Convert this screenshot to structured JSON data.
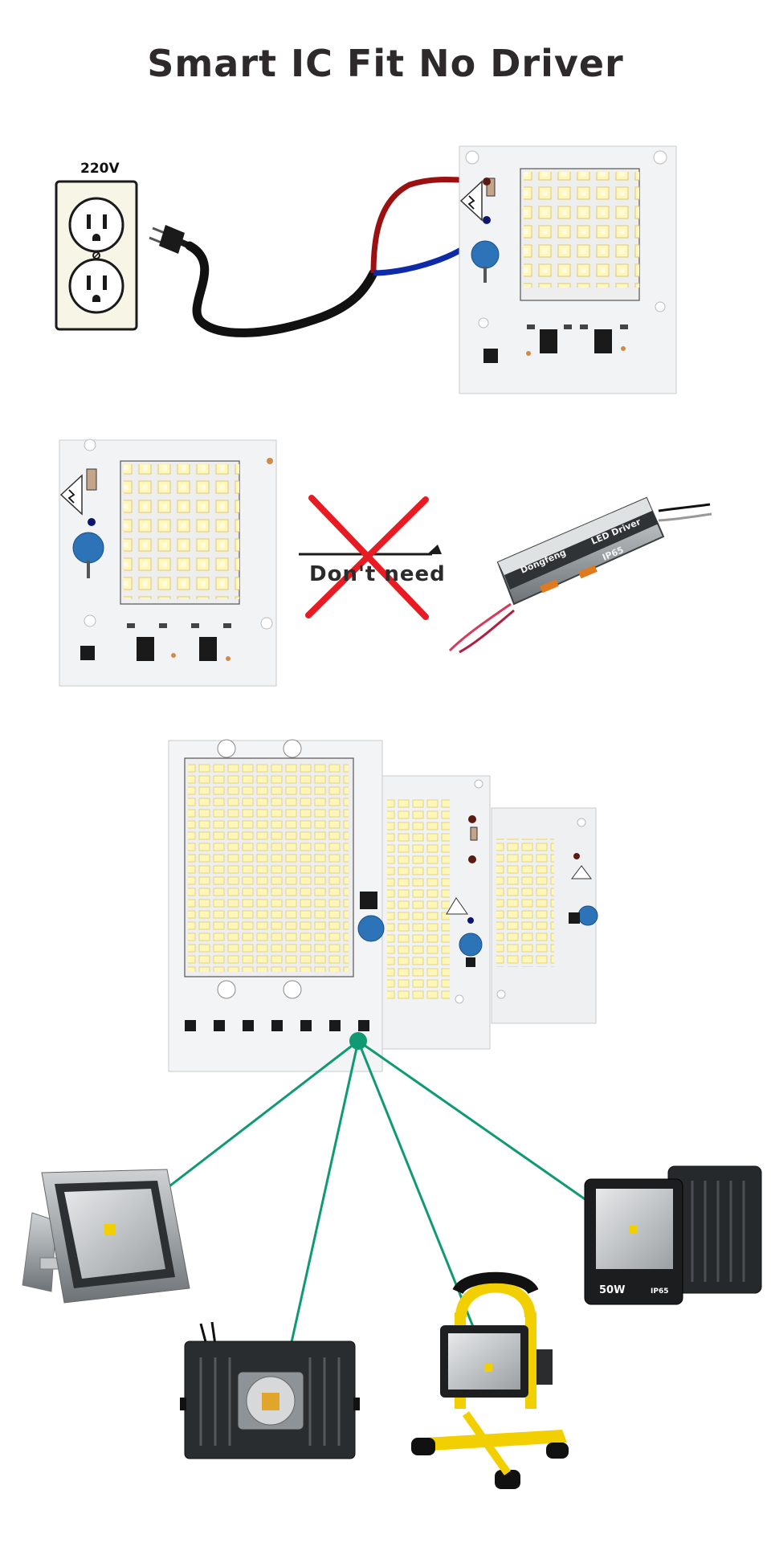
{
  "title": "Smart IC Fit No Driver",
  "voltage_label": "220V",
  "dont_need_label": "Don't need",
  "driver": {
    "brand": "Dongfeng",
    "title": "LED Driver",
    "rating": "IP65"
  },
  "floodlight_badges": {
    "watt": "50W",
    "rating": "IP65"
  },
  "colors": {
    "wire_red": "#9b1111",
    "wire_blue": "#0d2aa8",
    "cross": "#e81b23",
    "connector": "#0f9a73",
    "yellow": "#f2cf00"
  },
  "icons": [
    "outlet-icon",
    "plug-icon",
    "led-board-icon",
    "driver-box-icon",
    "cross-icon",
    "floodlight-icon",
    "work-light-icon"
  ]
}
